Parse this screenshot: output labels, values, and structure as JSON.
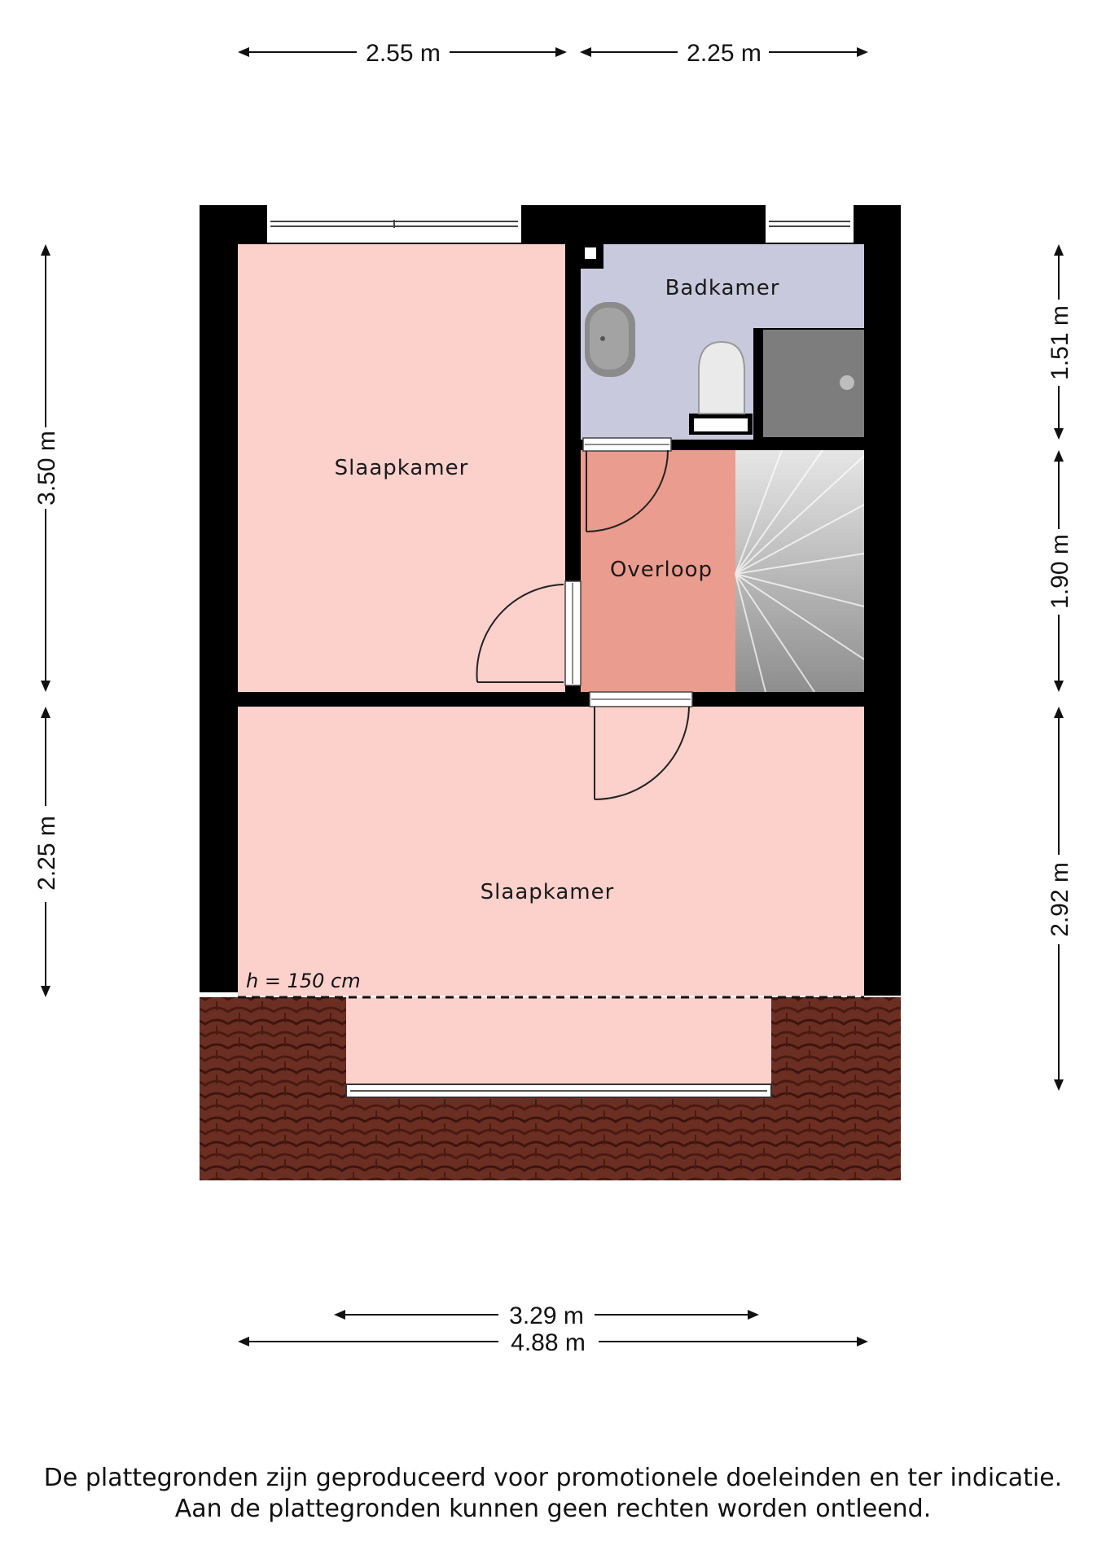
{
  "rooms": {
    "bedroom_top": "Slaapkamer",
    "bathroom": "Badkamer",
    "landing": "Overloop",
    "bedroom_bottom": "Slaapkamer"
  },
  "height_note": "h = 150 cm",
  "dimensions": {
    "top_left": "2.55 m",
    "top_right": "2.25 m",
    "left_upper": "3.50 m",
    "left_lower": "2.25 m",
    "right_top": "1.51 m",
    "right_middle": "1.90 m",
    "right_bottom": "2.92 m",
    "bottom_inner": "3.29 m",
    "bottom_outer": "4.88 m"
  },
  "disclaimer": {
    "line1": "De plattegronden zijn geproduceerd voor promotionele doeleinden en ter indicatie.",
    "line2": "Aan de plattegronden kunnen geen rechten worden ontleend."
  },
  "colors": {
    "bedroom": "#fcd0cb",
    "bathroom": "#c9c9de",
    "landing": "#ea9c8e",
    "wall": "#000000",
    "stairs": "#9a9a9a",
    "roof_tiles": "#6b2e22"
  }
}
